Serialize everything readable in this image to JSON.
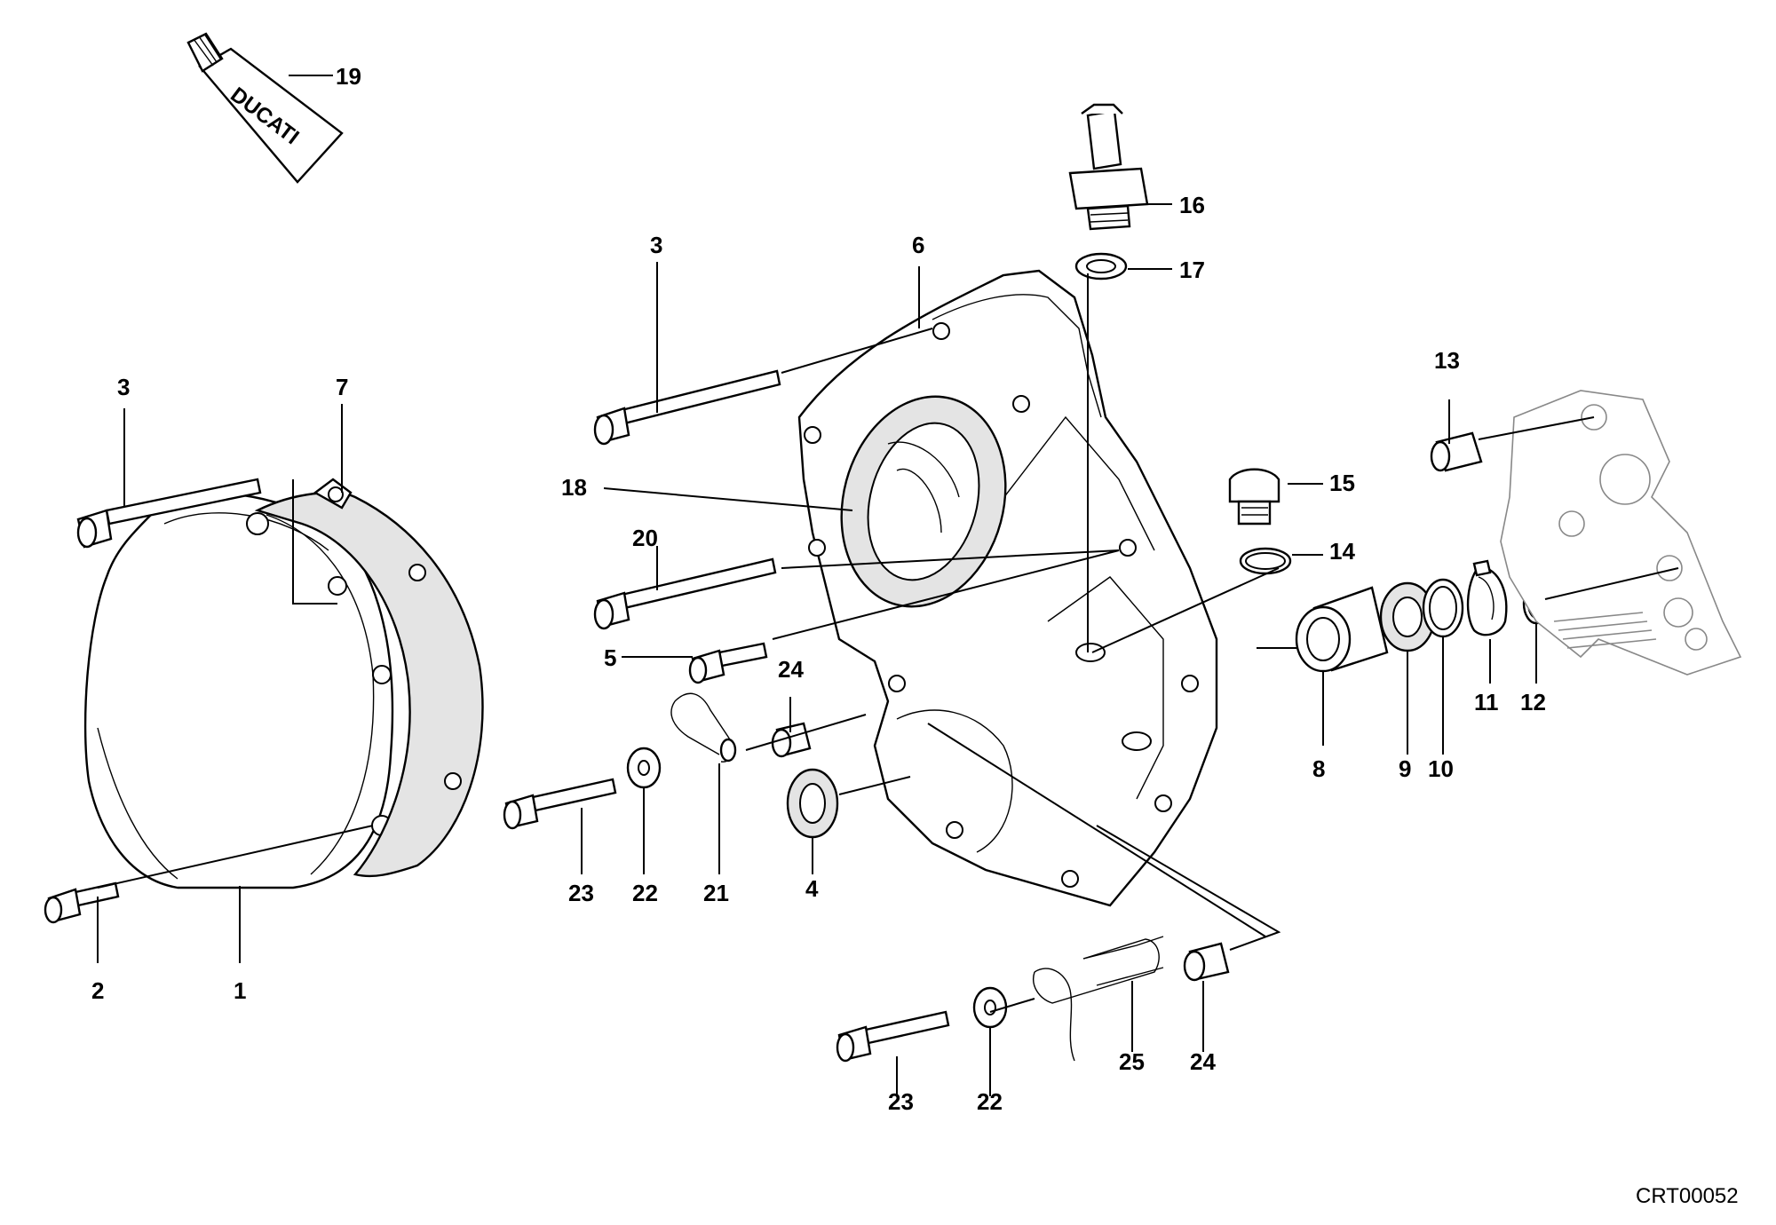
{
  "drawing_code": "CRT00052",
  "tube_brand": "DUCATI",
  "callouts": {
    "c1": "1",
    "c2": "2",
    "c3a": "3",
    "c3b": "3",
    "c4": "4",
    "c5": "5",
    "c6": "6",
    "c7": "7",
    "c8": "8",
    "c9": "9",
    "c10": "10",
    "c11": "11",
    "c12": "12",
    "c13": "13",
    "c14": "14",
    "c15": "15",
    "c16": "16",
    "c17": "17",
    "c18": "18",
    "c19": "19",
    "c20": "20",
    "c21": "21",
    "c22a": "22",
    "c22b": "22",
    "c23a": "23",
    "c23b": "23",
    "c24a": "24",
    "c24b": "24",
    "c25": "25"
  }
}
